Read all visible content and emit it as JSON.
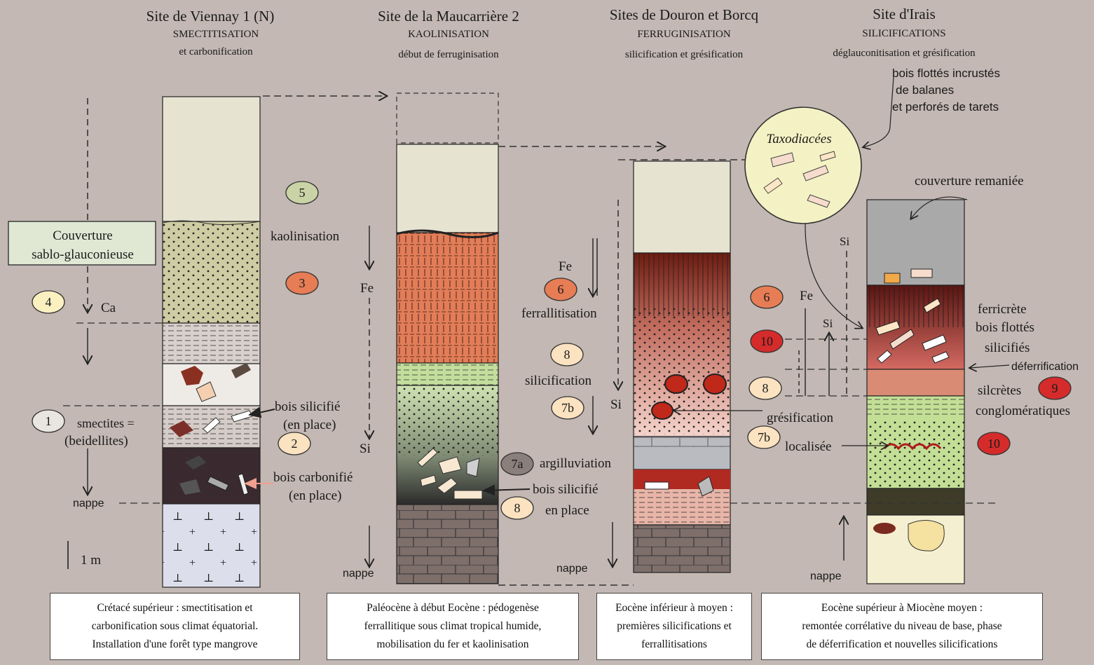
{
  "sites": [
    {
      "title": "Site de Viennay 1 (N)",
      "process": "SMECTITISATION",
      "subprocess": "et carbonification"
    },
    {
      "title": "Site de la Maucarrière 2",
      "process": "KAOLINISATION",
      "subprocess": "début de ferruginisation"
    },
    {
      "title": "Sites de Douron et Borcq",
      "process": "FERRUGINISATION",
      "subprocess": "silicification et grésification"
    },
    {
      "title": "Site d'Irais",
      "process": "SILICIFICATIONS",
      "subprocess": "déglauconitisation et grésification"
    }
  ],
  "captions": [
    "Crétacé supérieur : smectitisation et\ncarbonification sous climat équatorial.\nInstallation d'une forêt type mangrove",
    "Paléocène à début Eocène : pédogenèse\nferrallitique sous climat tropical humide,\nmobilisation du fer et kaolinisation",
    "Eocène inférieur à moyen :\npremières silicifications et\nferrallitisations",
    "Eocène supérieur  à  Miocène moyen :\nremontée corrélative du niveau de base,  phase\nde déferrification et nouvelles silicifications"
  ],
  "labels": {
    "couverture_line1": "Couverture",
    "couverture_line2": "sablo-glauconieuse",
    "ca": "Ca",
    "smectites_line1": "smectites =",
    "smectites_line2": "(beidellites)",
    "nappe": "nappe",
    "scale": "1 m",
    "kaolinisation": "kaolinisation",
    "fe": "Fe",
    "si": "Si",
    "bois_silicifie_1": "bois silicifié",
    "en_place_1": "(en place)",
    "bois_carbonifie": "bois carbonifié",
    "en_place_2": "(en place)",
    "ferrallitisation": "ferrallitisation",
    "silicification": "silicification",
    "argilluviation": "argilluviation",
    "bois_silicifie_2": "bois silicifié",
    "en_place_3": "en place",
    "gresification": "grésification",
    "localisee": "localisée",
    "taxodiacees": "Taxodiacées",
    "bois_flottes_1": "bois flottés incrustés",
    "bois_flottes_2": "de balanes",
    "bois_flottes_3": "et perforés de tarets",
    "couverture_remaniee": "couverture remaniée",
    "ferricrete": "ferricrète",
    "bois_flottes_4": "bois flottés",
    "silicifies": "silicifiés",
    "deferrification": "déferrification",
    "silcretes": "silcrètes",
    "conglomeratiques": "conglomératiques"
  },
  "markers": [
    {
      "id": "5",
      "color": "#c9d3a5"
    },
    {
      "id": "3",
      "color": "#e67d55"
    },
    {
      "id": "4",
      "color": "#fbf0c0"
    },
    {
      "id": "1",
      "color": "#e9e6e2"
    },
    {
      "id": "2",
      "color": "#fbe2c0"
    },
    {
      "id": "6",
      "color": "#e67d55"
    },
    {
      "id": "8",
      "color": "#fbe2c0"
    },
    {
      "id": "7b",
      "color": "#fbe2c0"
    },
    {
      "id": "7a",
      "color": "#8a7f7a"
    },
    {
      "id": "8",
      "color": "#fbe2c0"
    },
    {
      "id": "6",
      "color": "#e67d55"
    },
    {
      "id": "10",
      "color": "#d52b2b"
    },
    {
      "id": "8",
      "color": "#fbe2c0"
    },
    {
      "id": "7b",
      "color": "#fbe2c0"
    },
    {
      "id": "9",
      "color": "#d52b2b"
    },
    {
      "id": "10",
      "color": "#d52b2b"
    }
  ]
}
